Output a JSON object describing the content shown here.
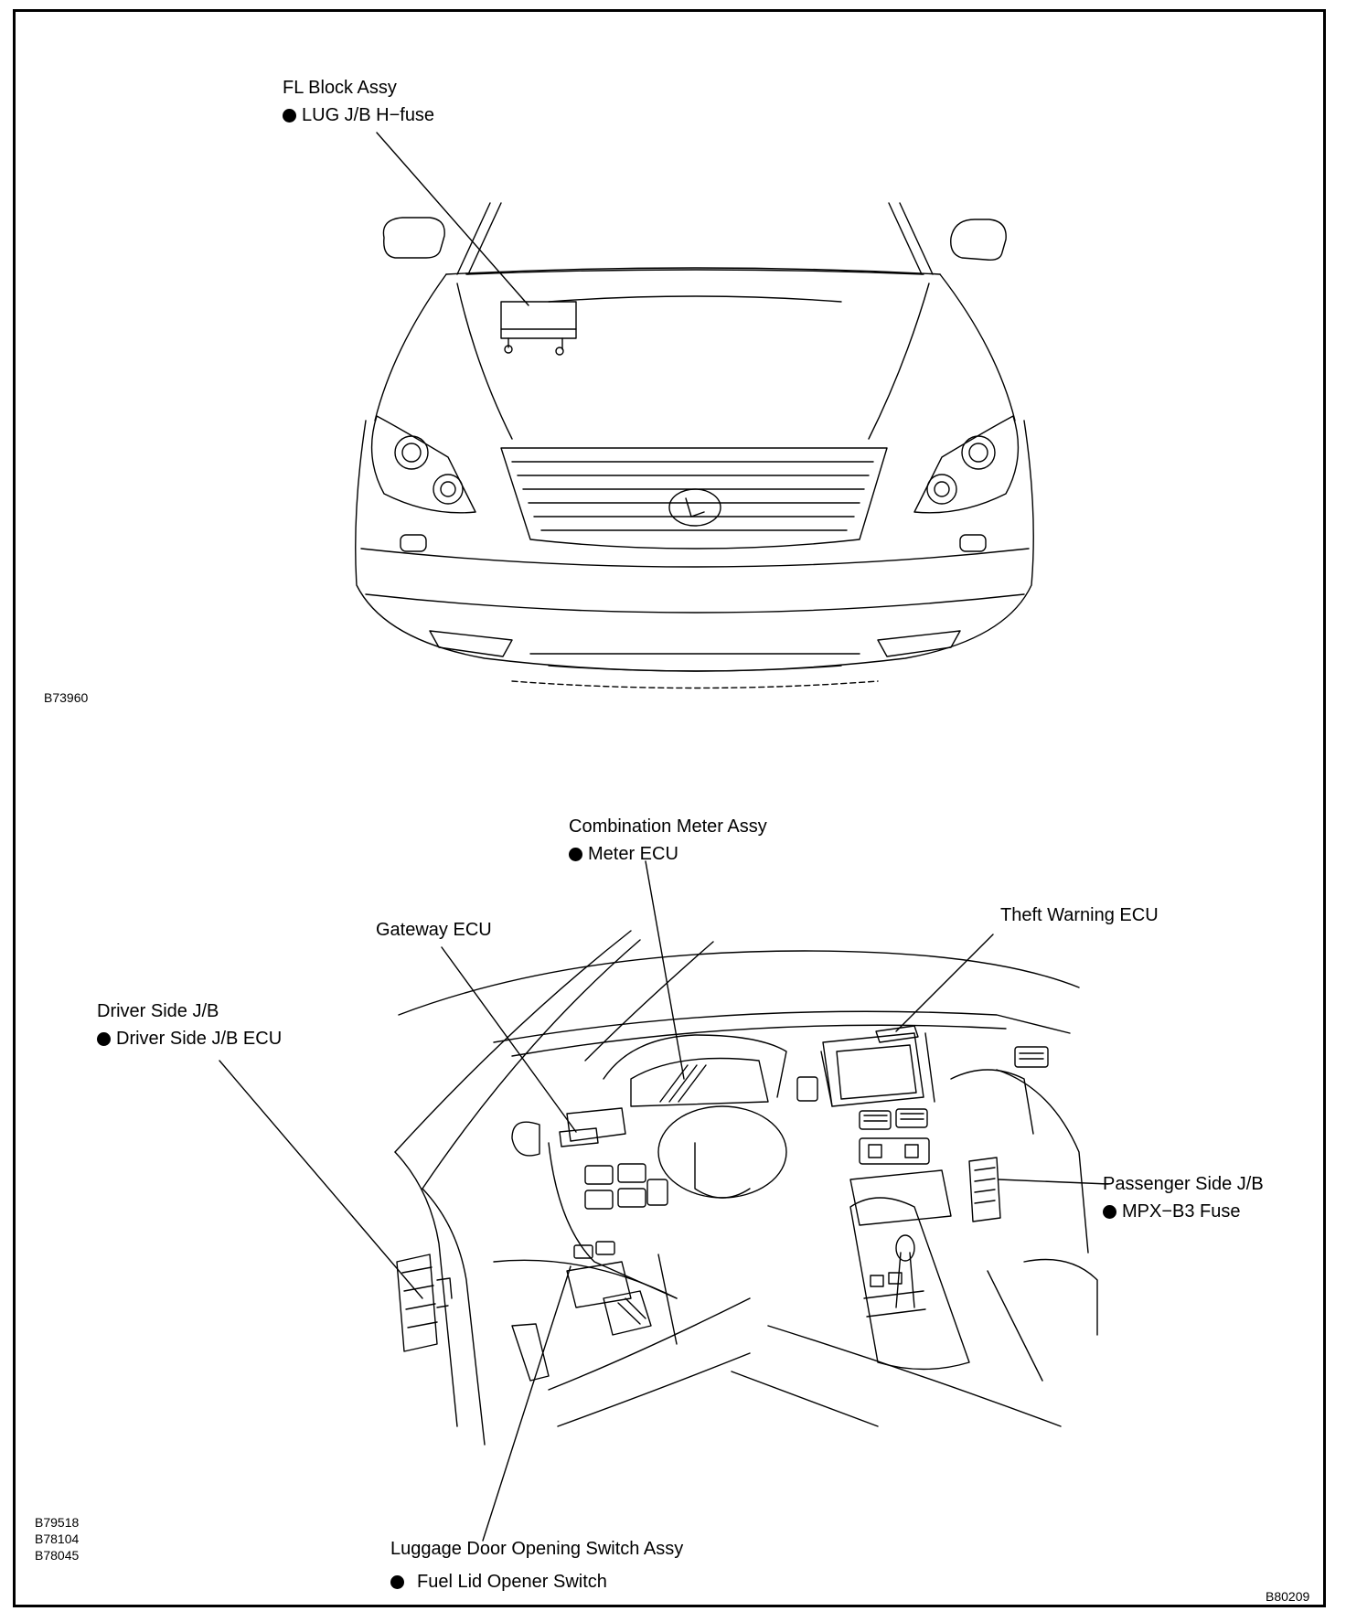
{
  "top_view": {
    "fl_block": {
      "name": "FL Block Assy",
      "item": "LUG J/B H−fuse"
    },
    "code": "B73960"
  },
  "bottom_view": {
    "combination_meter": {
      "name": "Combination Meter Assy",
      "item": "Meter ECU"
    },
    "gateway": {
      "name": "Gateway ECU"
    },
    "theft_warning": {
      "name": "Theft Warning ECU"
    },
    "driver_jb": {
      "name": "Driver Side J/B",
      "item": "Driver Side J/B ECU"
    },
    "passenger_jb": {
      "name": "Passenger Side J/B",
      "item": "MPX−B3 Fuse"
    },
    "luggage_switch": {
      "name": "Luggage Door Opening Switch Assy",
      "item": "Fuel Lid Opener Switch"
    },
    "codes": [
      "B79518",
      "B78104",
      "B78045"
    ]
  },
  "figure_code": "B80209"
}
